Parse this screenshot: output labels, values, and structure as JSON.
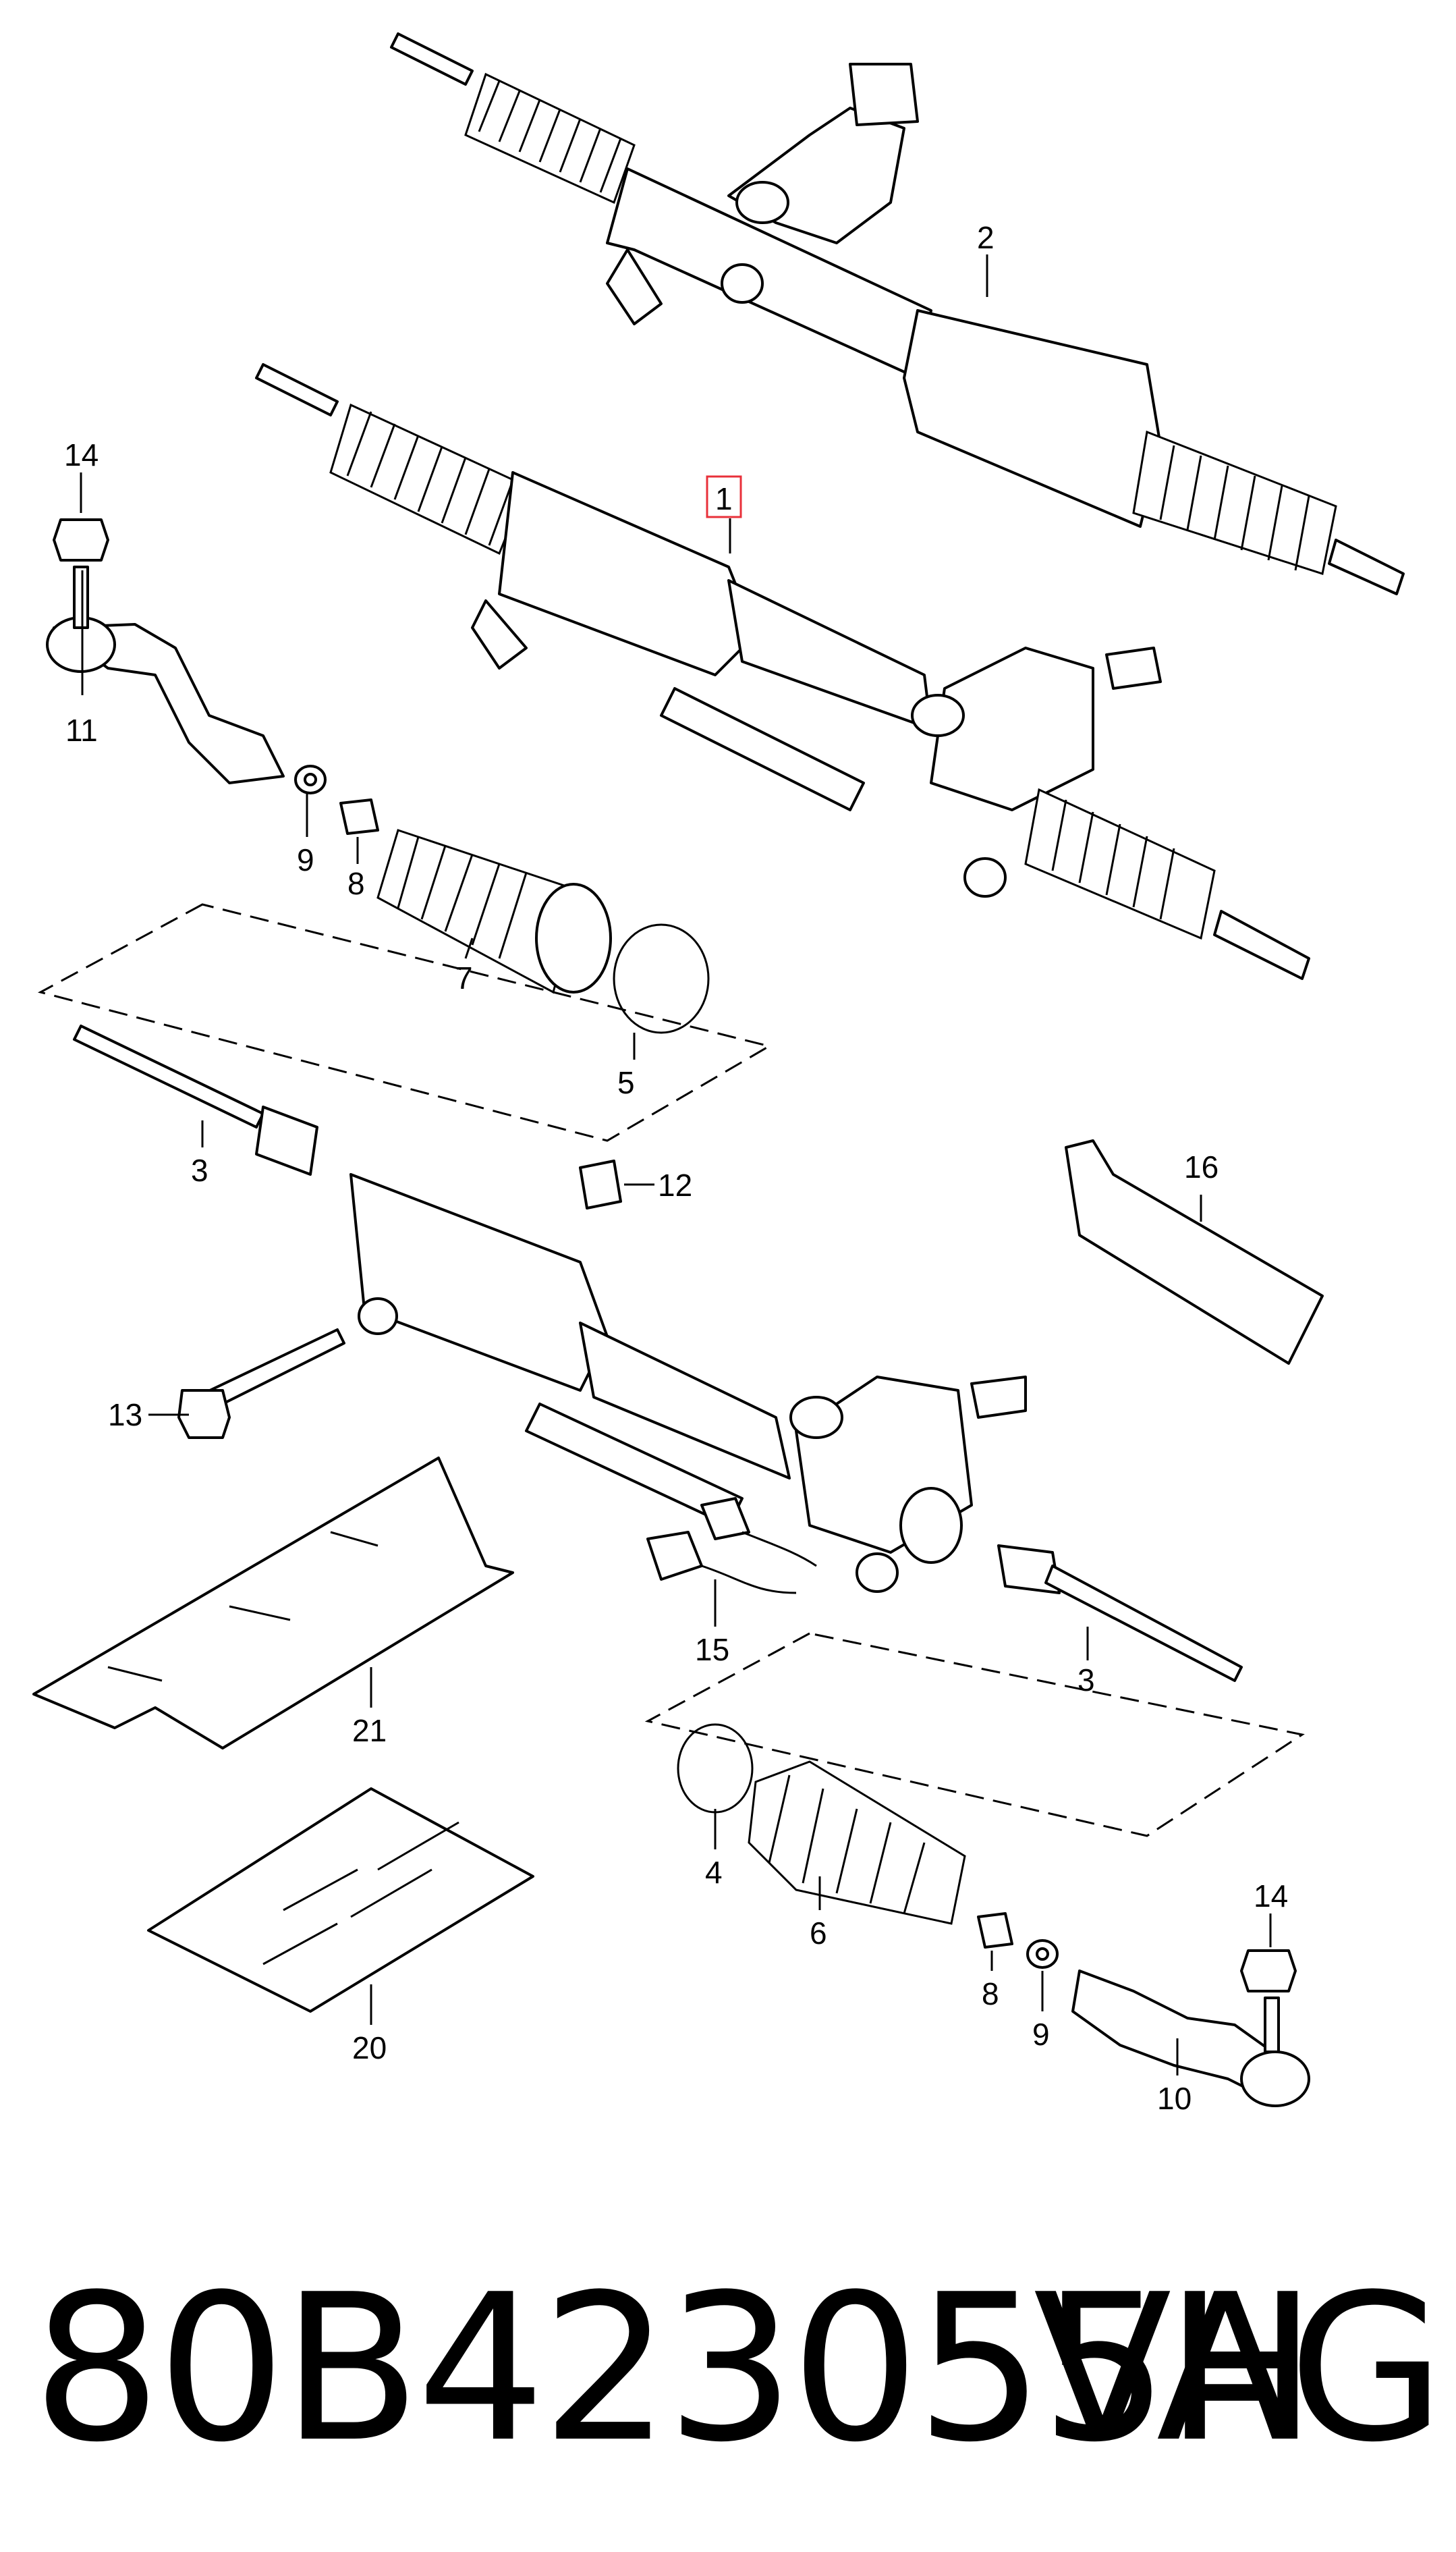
{
  "callouts": {
    "p1": "1",
    "p2": "2",
    "p3a": "3",
    "p3b": "3",
    "p4": "4",
    "p5": "5",
    "p6": "6",
    "p7": "7",
    "p8a": "8",
    "p8b": "8",
    "p9a": "9",
    "p9b": "9",
    "p10": "10",
    "p11": "11",
    "p12": "12",
    "p13": "13",
    "p14a": "14",
    "p14b": "14",
    "p15": "15",
    "p16": "16",
    "p20": "20",
    "p21": "21"
  },
  "highlight_color": "#e8303a",
  "footer": {
    "part_number": "80B423055H",
    "brand": "VAG"
  }
}
